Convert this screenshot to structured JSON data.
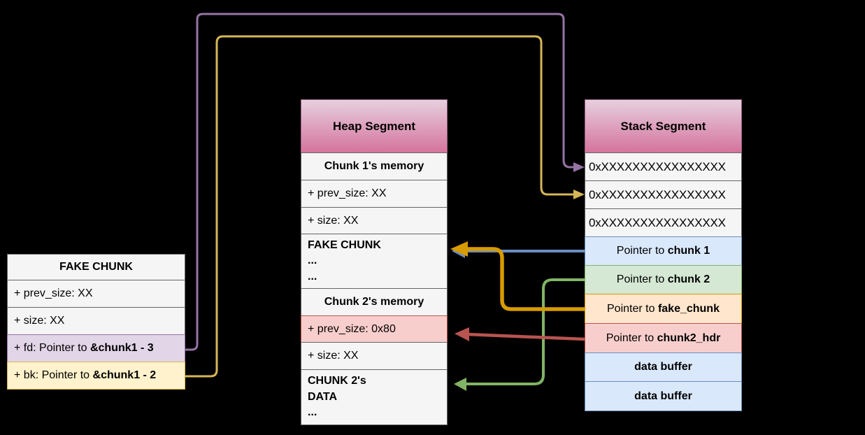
{
  "colors": {
    "background": "#000000",
    "header_fill_top": "#E6D0DE",
    "header_fill_bottom": "#D5739D",
    "header_stroke": "#996185",
    "row_fill": "#F5F5F5",
    "row_stroke": "#666666",
    "purple_fill": "#E1D5E7",
    "purple_stroke": "#9673A6",
    "yellow_fill": "#FFF2CC",
    "yellow_stroke": "#D6B656",
    "red_fill": "#F8CECC",
    "red_stroke": "#B85450",
    "blue_fill": "#DAE8FC",
    "blue_stroke": "#6C8EBF",
    "green_fill": "#D5E8D4",
    "green_stroke": "#82B366",
    "orange_fill": "#FFE6CC",
    "orange_stroke": "#D79B00"
  },
  "fake_chunk_table": {
    "title": "FAKE CHUNK",
    "rows": {
      "prev_size": "+ prev_size: XX",
      "size": "+ size: XX",
      "fd_prefix": "+ fd: Pointer to ",
      "fd_strong": "&chunk1 - 3",
      "bk_prefix": "+ bk: Pointer to ",
      "bk_strong": "&chunk1 - 2"
    }
  },
  "heap_table": {
    "title": "Heap Segment",
    "rows": {
      "chunk1_header": "Chunk 1's memory",
      "prev_size": "+ prev_size: XX",
      "size": "+ size: XX",
      "fake_chunk_line1": "FAKE CHUNK",
      "fake_chunk_line2": "...",
      "fake_chunk_line3": "...",
      "chunk2_header": "Chunk 2's memory",
      "prev_size2": "+ prev_size: 0x80",
      "size2": "+ size: XX",
      "chunk2_data_line1": "CHUNK 2's",
      "chunk2_data_line2": "DATA",
      "chunk2_data_line3": "..."
    }
  },
  "stack_table": {
    "title": "Stack Segment",
    "rows": {
      "addr1": "0xXXXXXXXXXXXXXXXX",
      "addr2": "0xXXXXXXXXXXXXXXXX",
      "addr3": "0xXXXXXXXXXXXXXXXX",
      "ptr_chunk1_prefix": "Pointer to ",
      "ptr_chunk1_strong": "chunk 1",
      "ptr_chunk2_prefix": "Pointer to ",
      "ptr_chunk2_strong": "chunk 2",
      "ptr_fake_prefix": "Pointer to ",
      "ptr_fake_strong": "fake_chunk",
      "ptr_hdr_prefix": "Pointer to ",
      "ptr_hdr_strong": "chunk2_hdr",
      "data_buffer1": "data buffer",
      "data_buffer2": "data buffer"
    }
  },
  "connectors": [
    {
      "name": "fd-to-stack-addr1",
      "color": "#9673A6",
      "from": "fake_chunk.fd",
      "to": "stack.addr1"
    },
    {
      "name": "bk-to-stack-addr2",
      "color": "#D6B656",
      "from": "fake_chunk.bk",
      "to": "stack.addr2"
    },
    {
      "name": "ptr-chunk1-to-heap-fake-chunk",
      "color": "#6C8EBF",
      "from": "stack.ptr_chunk1",
      "to": "heap.fake_chunk"
    },
    {
      "name": "ptr-fake-chunk-to-heap-fake-chunk",
      "color": "#D79B00",
      "from": "stack.ptr_fake_chunk",
      "to": "heap.fake_chunk"
    },
    {
      "name": "ptr-chunk2-to-heap-chunk2-data",
      "color": "#82B366",
      "from": "stack.ptr_chunk2",
      "to": "heap.chunk2_data"
    },
    {
      "name": "ptr-chunk2-hdr-to-heap-prev-size",
      "color": "#B85450",
      "from": "stack.ptr_chunk2_hdr",
      "to": "heap.chunk2_prev_size"
    }
  ]
}
